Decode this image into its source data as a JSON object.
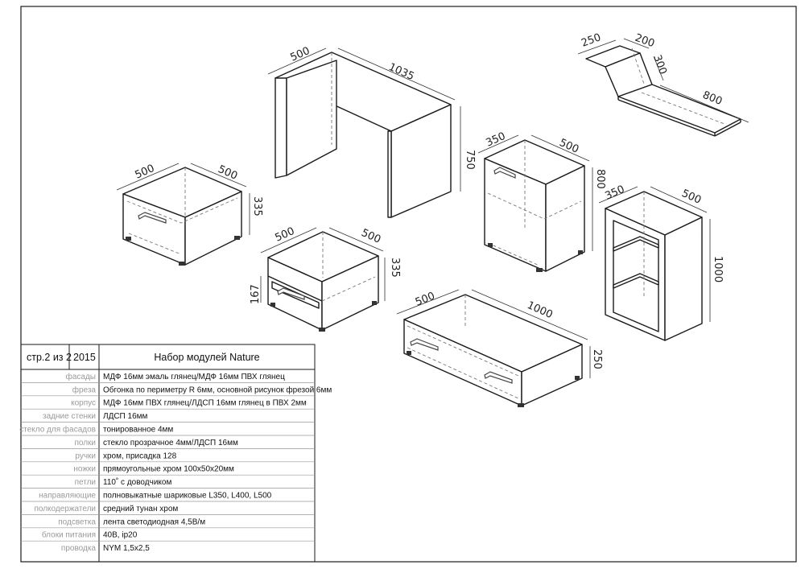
{
  "dimensions": {
    "desk": {
      "depth": "500",
      "width": "1035",
      "height": "750"
    },
    "shelf": {
      "a": "250",
      "b": "200",
      "c": "300",
      "length": "800"
    },
    "nightstand": {
      "depth": "500",
      "width": "500",
      "height": "335"
    },
    "table": {
      "depth": "500",
      "width": "500",
      "height": "335",
      "drawer": "167"
    },
    "cabinet": {
      "depth": "350",
      "width": "500",
      "height": "800"
    },
    "bookcase": {
      "depth": "350",
      "width": "500",
      "height": "1000"
    },
    "tv_stand": {
      "depth": "500",
      "width": "1000",
      "height": "250"
    }
  },
  "title_block": {
    "page": "стр.2 из 2",
    "year": "2015",
    "title": "Набор модулей Nature",
    "rows": [
      {
        "label": "фасады",
        "value": "МДФ 16мм эмаль глянец/МДФ 16мм ПВХ глянец"
      },
      {
        "label": "фреза",
        "value": "Обгонка по периметру R 6мм, основной рисунок фрезой 6мм"
      },
      {
        "label": "корпус",
        "value": "МДФ 16мм ПВХ глянец/ЛДСП 16мм глянец в ПВХ 2мм"
      },
      {
        "label": "задние стенки",
        "value": "ЛДСП 16мм"
      },
      {
        "label": "стекло для фасадов",
        "value": "тонированное 4мм"
      },
      {
        "label": "полки",
        "value": "стекло прозрачное 4мм/ЛДСП 16мм"
      },
      {
        "label": "ручки",
        "value": "хром, присадка 128"
      },
      {
        "label": "ножки",
        "value": "прямоугольные хром 100х50х20мм"
      },
      {
        "label": "петли",
        "value": "110˚ с доводчиком"
      },
      {
        "label": "направляющие",
        "value": "полновыкатные шариковые L350, L400, L500"
      },
      {
        "label": "полкодержатели",
        "value": "средний тунан хром"
      },
      {
        "label": "подсветка",
        "value": "лента светодиодная  4,5В/м"
      },
      {
        "label": "блоки питания",
        "value": "40В, ip20"
      },
      {
        "label": "проводка",
        "value": "NYM 1,5х2,5"
      }
    ]
  }
}
